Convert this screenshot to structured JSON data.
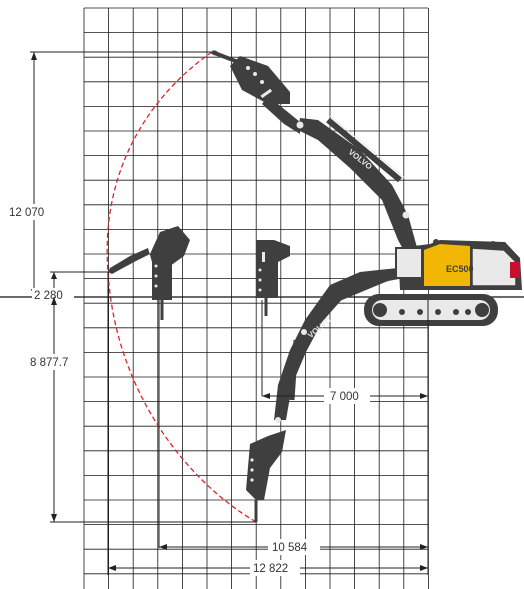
{
  "diagram": {
    "machine_model": "EC500",
    "brand_text": "VOLVO",
    "dimensions": {
      "max_reach_height": "12 070",
      "low_mount_height": "2 280",
      "max_dig_depth": "8 877.7",
      "reach_7000": "7 000",
      "reach_10584": "10 584",
      "reach_12822": "12 822"
    }
  },
  "colors": {
    "grid": "#1a1a1a",
    "machine": "#3f3f3f",
    "machine_light": "#e9e9e9",
    "accent_yellow": "#f2b705",
    "arc": "#d9262c",
    "dimension_line": "#222222",
    "tail_red": "#c8102e"
  }
}
